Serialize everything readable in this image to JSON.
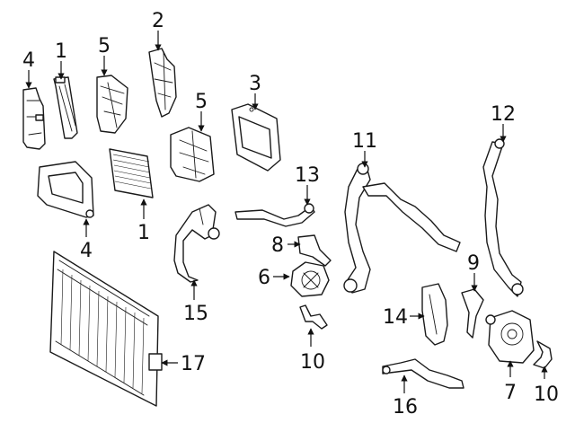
{
  "callouts": {
    "c4a": "4",
    "c1a": "1",
    "c5a": "5",
    "c2": "2",
    "c3": "3",
    "c5b": "5",
    "c11": "11",
    "c12": "12",
    "c13": "13",
    "c1b": "1",
    "c4b": "4",
    "c8": "8",
    "c6": "6",
    "c15": "15",
    "c9": "9",
    "c14": "14",
    "c10a": "10",
    "c17": "17",
    "c16": "16",
    "c7": "7",
    "c10b": "10"
  }
}
